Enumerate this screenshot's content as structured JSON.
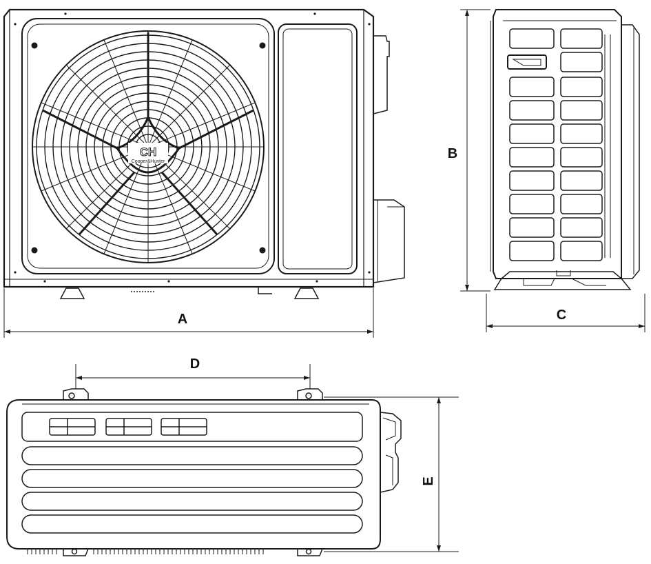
{
  "dimensions": {
    "a": "A",
    "b": "B",
    "c": "C",
    "d": "D",
    "e": "E"
  },
  "logo": {
    "mark": "CH",
    "brand": "Cooper&Hunter"
  },
  "colors": {
    "line": "#1a1a1a",
    "background": "#ffffff"
  }
}
